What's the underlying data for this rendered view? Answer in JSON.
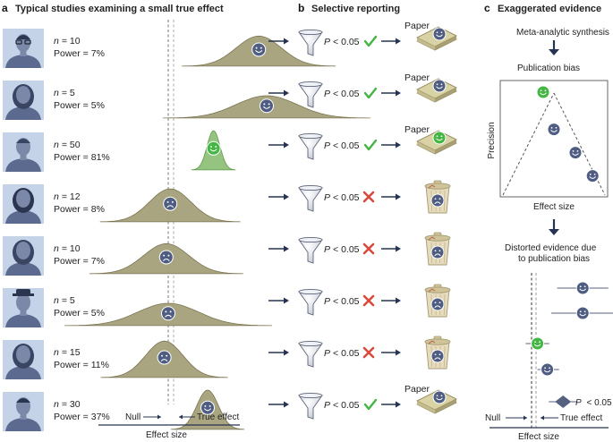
{
  "panels": {
    "a": {
      "letter": "a",
      "title": "Typical studies examining a small true effect",
      "rows": [
        {
          "n_label": "n",
          "n_value": "= 10",
          "power": "Power = 7%",
          "face": "happy",
          "mean": 4.6,
          "sd": 1.15,
          "highlight": false,
          "outcome": "pass",
          "result": "paper"
        },
        {
          "n_label": "n",
          "n_value": "= 5",
          "power": "Power = 5%",
          "face": "happy",
          "mean": 5.0,
          "sd": 1.55,
          "highlight": false,
          "outcome": "pass",
          "result": "paper"
        },
        {
          "n_label": "n",
          "n_value": "= 50",
          "power": "Power = 81%",
          "face": "happy",
          "mean": 2.3,
          "sd": 0.33,
          "highlight": true,
          "outcome": "pass",
          "result": "paper"
        },
        {
          "n_label": "n",
          "n_value": "= 12",
          "power": "Power = 8%",
          "face": "sad",
          "mean": 0.1,
          "sd": 1.05,
          "highlight": false,
          "outcome": "fail",
          "result": "trash"
        },
        {
          "n_label": "n",
          "n_value": "= 10",
          "power": "Power = 7%",
          "face": "sad",
          "mean": -0.1,
          "sd": 1.15,
          "highlight": false,
          "outcome": "fail",
          "result": "trash"
        },
        {
          "n_label": "n",
          "n_value": "= 5",
          "power": "Power = 5%",
          "face": "sad",
          "mean": 0.0,
          "sd": 1.55,
          "highlight": false,
          "outcome": "fail",
          "result": "trash"
        },
        {
          "n_label": "n",
          "n_value": "= 15",
          "power": "Power = 11%",
          "face": "sad",
          "mean": -0.2,
          "sd": 0.95,
          "highlight": false,
          "outcome": "fail",
          "result": "trash"
        },
        {
          "n_label": "n",
          "n_value": "= 30",
          "power": "Power = 37%",
          "face": "happy",
          "mean": 2.0,
          "sd": 0.55,
          "highlight": false,
          "outcome": "pass",
          "result": "paper"
        }
      ],
      "null_label": "Null",
      "true_effect_label": "True effect",
      "axis_label": "Effect size"
    },
    "b": {
      "letter": "b",
      "title": "Selective reporting",
      "p_symbol": "P",
      "p_text": "< 0.05",
      "paper_label": "Paper"
    },
    "c": {
      "letter": "c",
      "title": "Exaggerated evidence",
      "step1": "Meta-analytic synthesis",
      "step2": "Publication bias",
      "funnel": {
        "ylabel": "Precision",
        "xlabel": "Effect size",
        "points": [
          {
            "effect": 0.4,
            "precision": 0.9,
            "highlight": true
          },
          {
            "effect": 0.5,
            "precision": 0.58,
            "highlight": false
          },
          {
            "effect": 0.7,
            "precision": 0.38,
            "highlight": false
          },
          {
            "effect": 0.86,
            "precision": 0.18,
            "highlight": false
          }
        ]
      },
      "distorted_title_line1": "Distorted evidence due",
      "distorted_title_line2": "to publication bias",
      "forest": {
        "studies": [
          {
            "effect": 2.6,
            "low": 1.3,
            "high": 3.9,
            "highlight": false
          },
          {
            "effect": 2.6,
            "low": 1.0,
            "high": 4.2,
            "highlight": false
          },
          {
            "effect": 0.3,
            "low": -0.3,
            "high": 0.9,
            "highlight": true
          },
          {
            "effect": 0.8,
            "low": 0.3,
            "high": 1.4,
            "highlight": false
          }
        ],
        "summary_effect": 1.6,
        "summary_label_symbol": "P",
        "summary_label_text": "< 0.05",
        "null_label": "Null",
        "true_effect_label": "True effect",
        "axis_label": "Effect size"
      }
    }
  },
  "colors": {
    "curve_fill": "#a5a07a",
    "curve_stroke": "#7b7552",
    "curve_highlight": "#8fc079",
    "face_dark": "#4f5d83",
    "face_green": "#44b644",
    "check": "#44b644",
    "cross": "#d84a3c",
    "navy": "#263352",
    "person": "#5b6a8e",
    "person_bg": "#c4d3e8",
    "paper": "#d9d2a4",
    "trash": "#e6dcbd"
  }
}
